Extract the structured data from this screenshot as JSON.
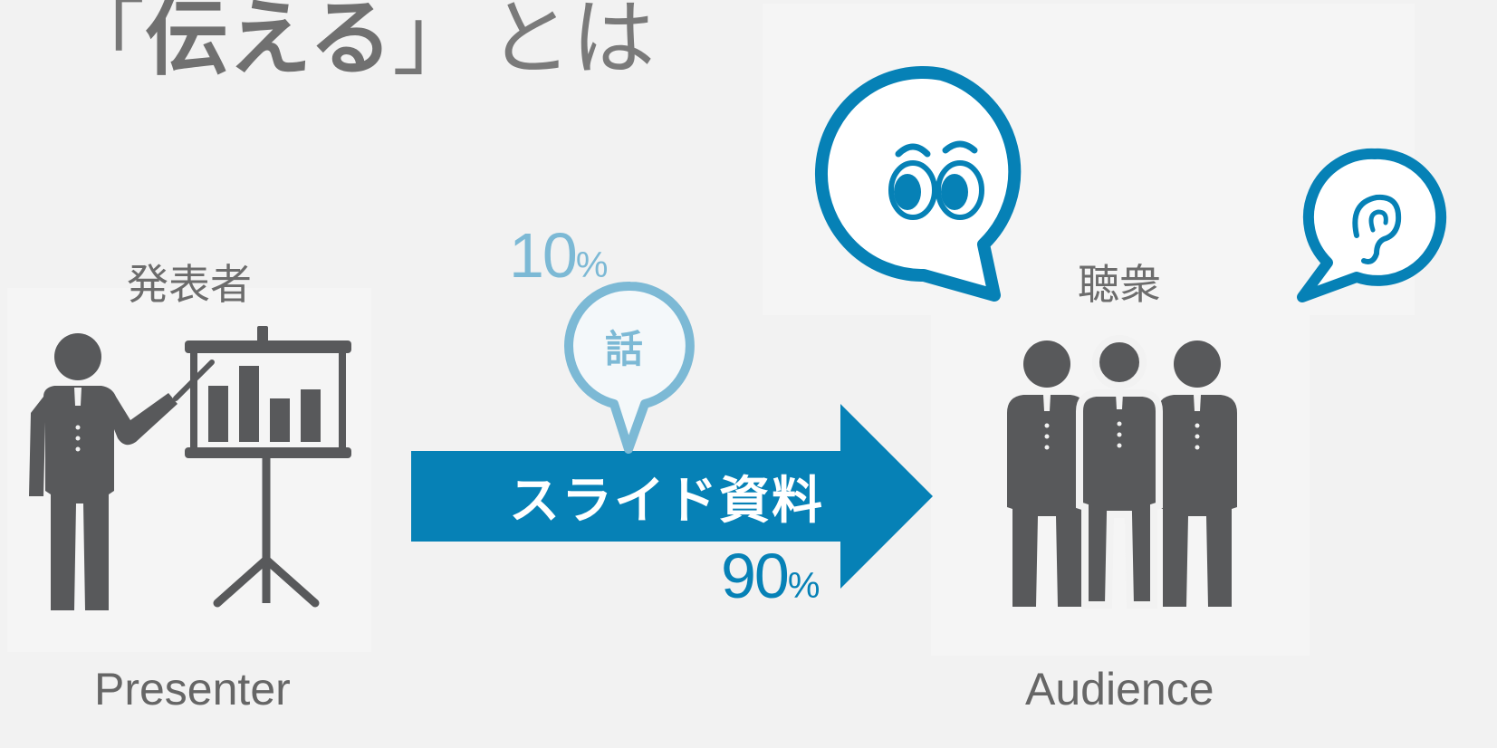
{
  "title": {
    "open_bracket": "「",
    "emphasis": "伝える",
    "close_bracket": "」",
    "rest": "とは"
  },
  "presenter": {
    "label_jp": "発表者",
    "label_en": "Presenter"
  },
  "audience": {
    "label_jp": "聴衆",
    "label_en": "Audience"
  },
  "flow": {
    "arrow_label": "スライド資料",
    "slide_percent": {
      "number": "90",
      "unit": "%"
    },
    "talk_bubble_label": "話",
    "talk_percent": {
      "number": "10",
      "unit": "%"
    }
  },
  "colors": {
    "background": "#f2f2f2",
    "icon_gray": "#58595b",
    "accent_blue": "#0681b6",
    "light_blue": "#7cb9d5"
  },
  "icons": [
    "presenter-with-chart-icon",
    "audience-group-icon",
    "eyes-speech-bubble-icon",
    "ear-speech-bubble-icon",
    "talk-pin-bubble-icon"
  ]
}
